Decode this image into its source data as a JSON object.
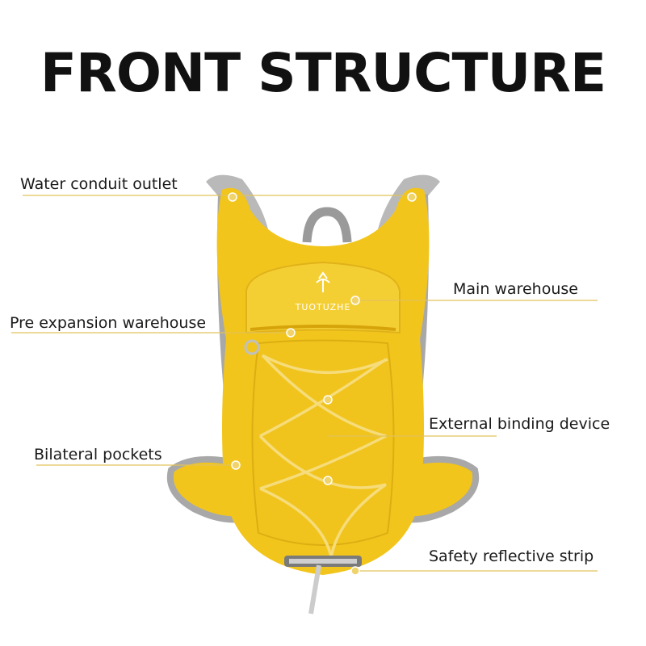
{
  "title": "FRONT STRUCTURE",
  "brand": "TUOTUZHE",
  "callouts": [
    {
      "label": "Water conduit outlet"
    },
    {
      "label": "Main warehouse"
    },
    {
      "label": "Pre expansion warehouse"
    },
    {
      "label": "External binding device"
    },
    {
      "label": "Bilateral pockets"
    },
    {
      "label": "Safety reflective strip"
    }
  ],
  "colors": {
    "body": "#f2c51c",
    "body_shadow": "#d9a90c",
    "trim": "#a8a8a8",
    "leader_line": "#e2c25a",
    "marker": "#f0d36a"
  }
}
